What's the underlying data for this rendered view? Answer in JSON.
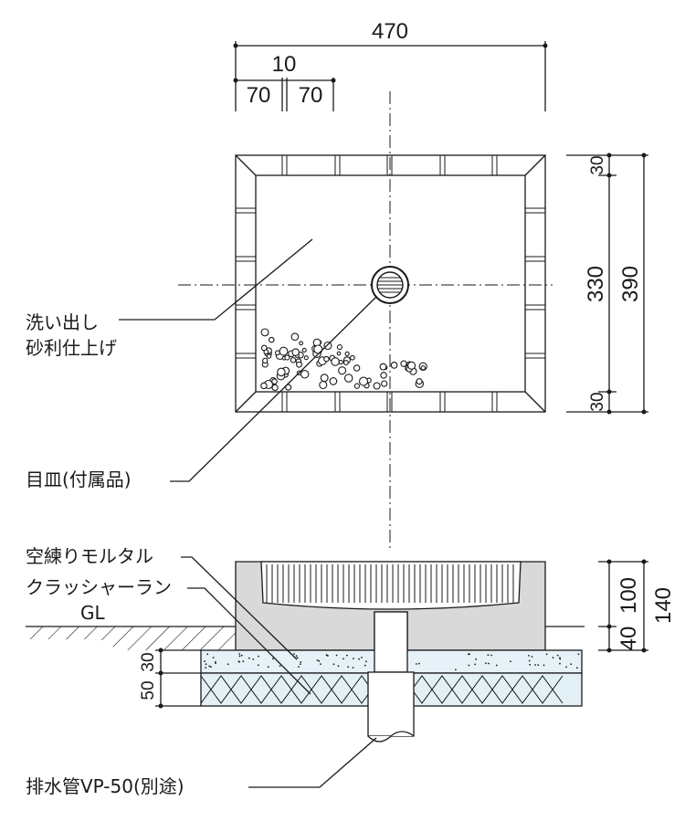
{
  "dimensions": {
    "total_width": "470",
    "center_gap": "10",
    "left_70": "70",
    "right_70": "70",
    "top_30": "30",
    "inner_330": "330",
    "total_390": "390",
    "bottom_30": "30",
    "section_100": "100",
    "section_40": "40",
    "section_140": "140",
    "layer_30": "30",
    "layer_50": "50"
  },
  "labels": {
    "gravel_line1": "洗い出し",
    "gravel_line2": "砂利仕上げ",
    "drain_cover": "目皿(付属品)",
    "mortar": "空練りモルタル",
    "crusher_run": "クラッシャーラン",
    "ground_level": "GL",
    "drain_pipe": "排水管VP-50(別途)"
  },
  "colors": {
    "line": "#1a1a1a",
    "concrete": "#d9d9d9",
    "mortar_fill": "#e6f2f7",
    "crusher_fill": "#e3f1f7"
  }
}
